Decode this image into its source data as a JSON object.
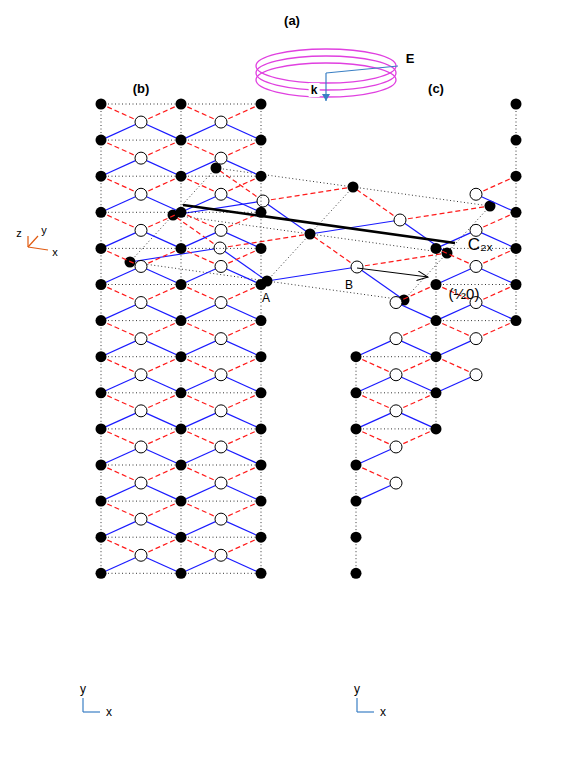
{
  "diagram": {
    "labels": [
      "(a)",
      "E",
      "k",
      "z",
      "y",
      "x",
      "A",
      "B",
      "C₂ₓ",
      "(½0)",
      "(b)",
      "(c)",
      "y",
      "x",
      "y",
      "x"
    ]
  }
}
